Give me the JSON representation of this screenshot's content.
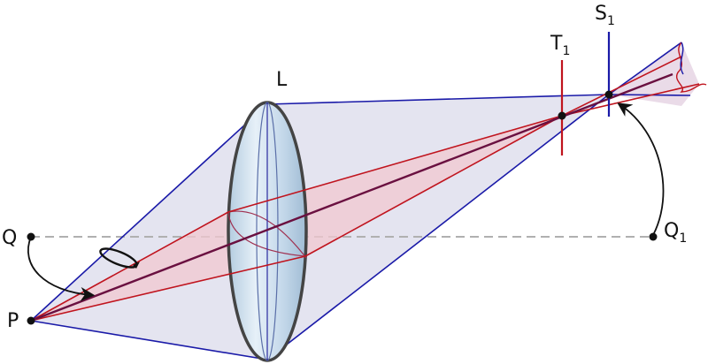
{
  "labels": {
    "lens": "L",
    "point_q": "Q",
    "point_p": "P",
    "tangential": {
      "base": "T",
      "sub": "1"
    },
    "sagittal": {
      "base": "S",
      "sub": "1"
    },
    "image_q": {
      "base": "Q",
      "sub": "1"
    }
  },
  "colors": {
    "sagittal_blue": "#1a1aa8",
    "tangential_red": "#c0141e",
    "fan_fill": "#e4e4f0",
    "red_fill": "#f2c8d0",
    "lens_fill": "#c8dcec",
    "lens_rim": "#444444",
    "axis_gray": "#b0b0b0",
    "dot": "#111111"
  }
}
